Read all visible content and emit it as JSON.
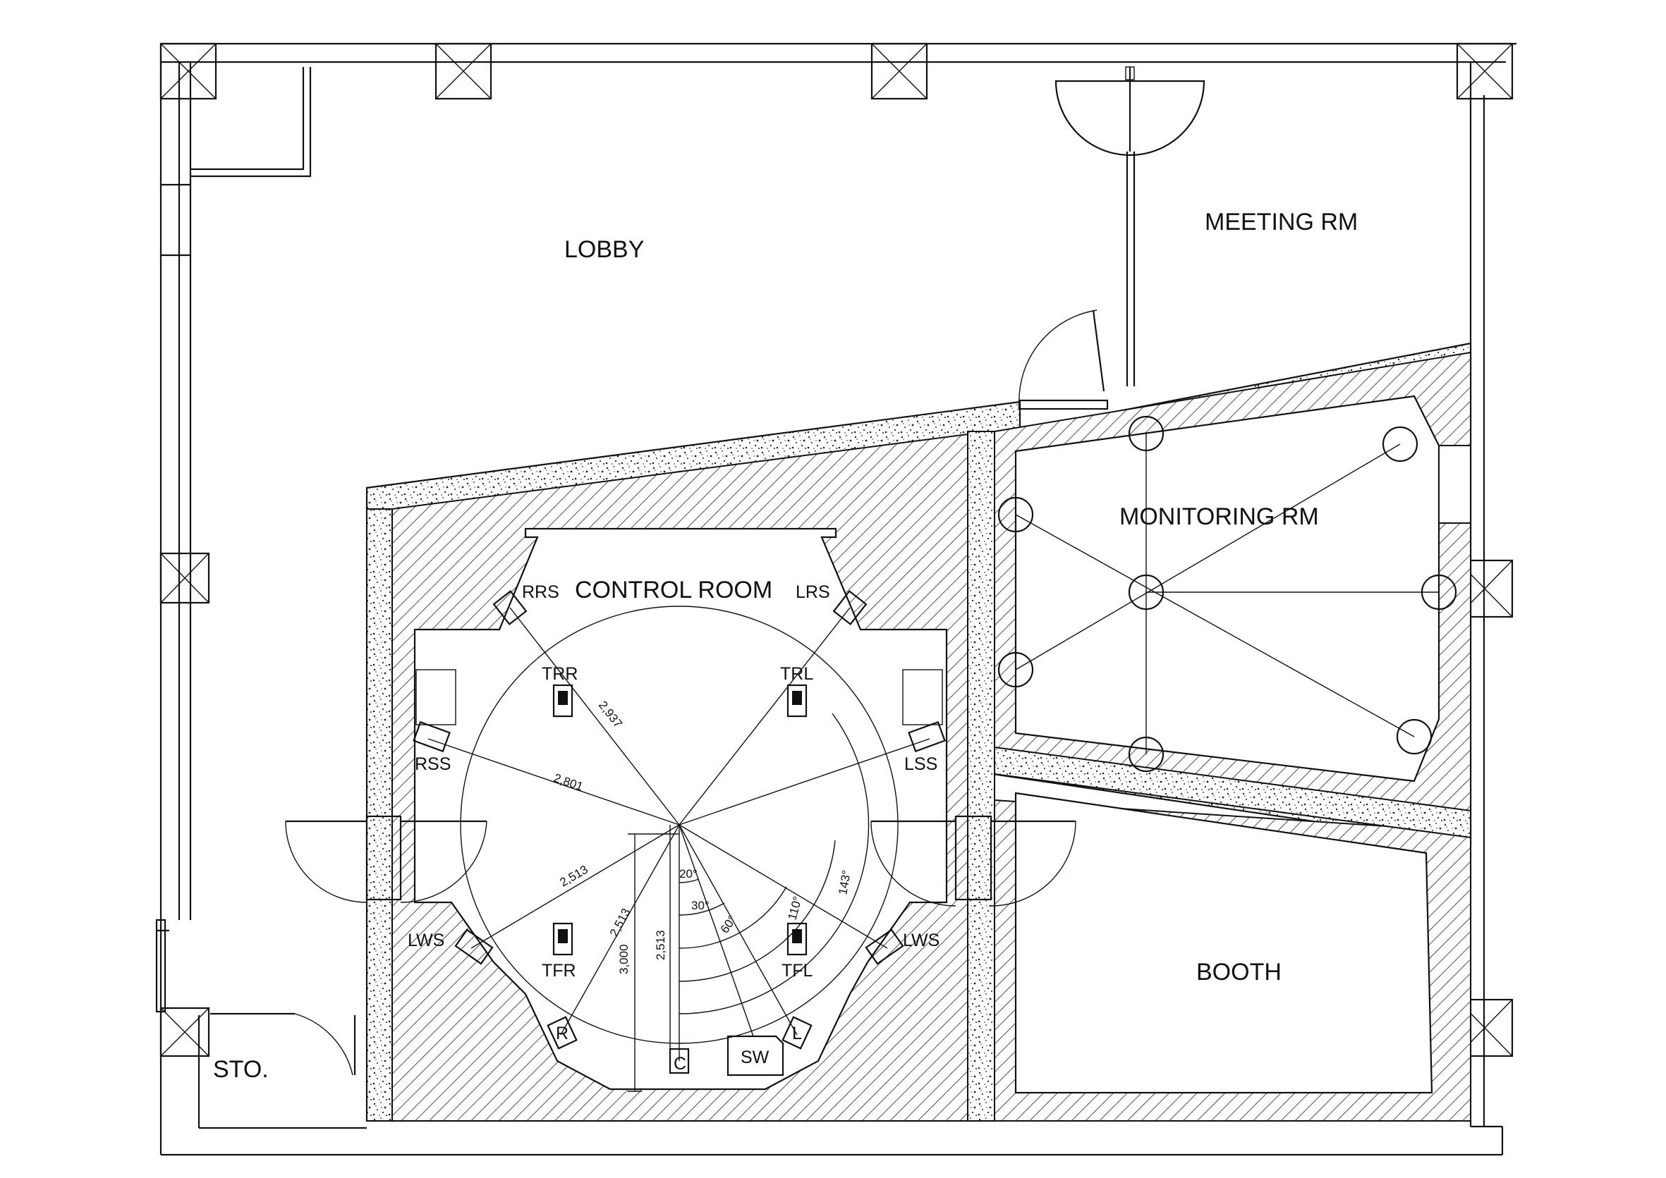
{
  "rooms": {
    "lobby": "LOBBY",
    "meeting": "MEETING RM",
    "monitoring": "MONITORING RM",
    "control": "CONTROL ROOM",
    "booth": "BOOTH",
    "storage": "STO."
  },
  "speakers": {
    "rrs": "RRS",
    "lrs": "LRS",
    "trr": "TRR",
    "trl": "TRL",
    "rss": "RSS",
    "lss": "LSS",
    "lws_left": "LWS",
    "lws_right": "LWS",
    "tfr": "TFR",
    "tfl": "TFL",
    "r": "R",
    "l": "L",
    "c": "C",
    "sw": "SW"
  },
  "dimensions": {
    "d_2937": "2,937",
    "d_2801": "2,801",
    "d_2513_a": "2,513",
    "d_2513_b": "2,513",
    "d_2513_c": "2,513",
    "d_3000": "3,000",
    "a_20": "20°",
    "a_30": "30°",
    "a_60": "60°",
    "a_110": "110°",
    "a_143": "143°"
  }
}
